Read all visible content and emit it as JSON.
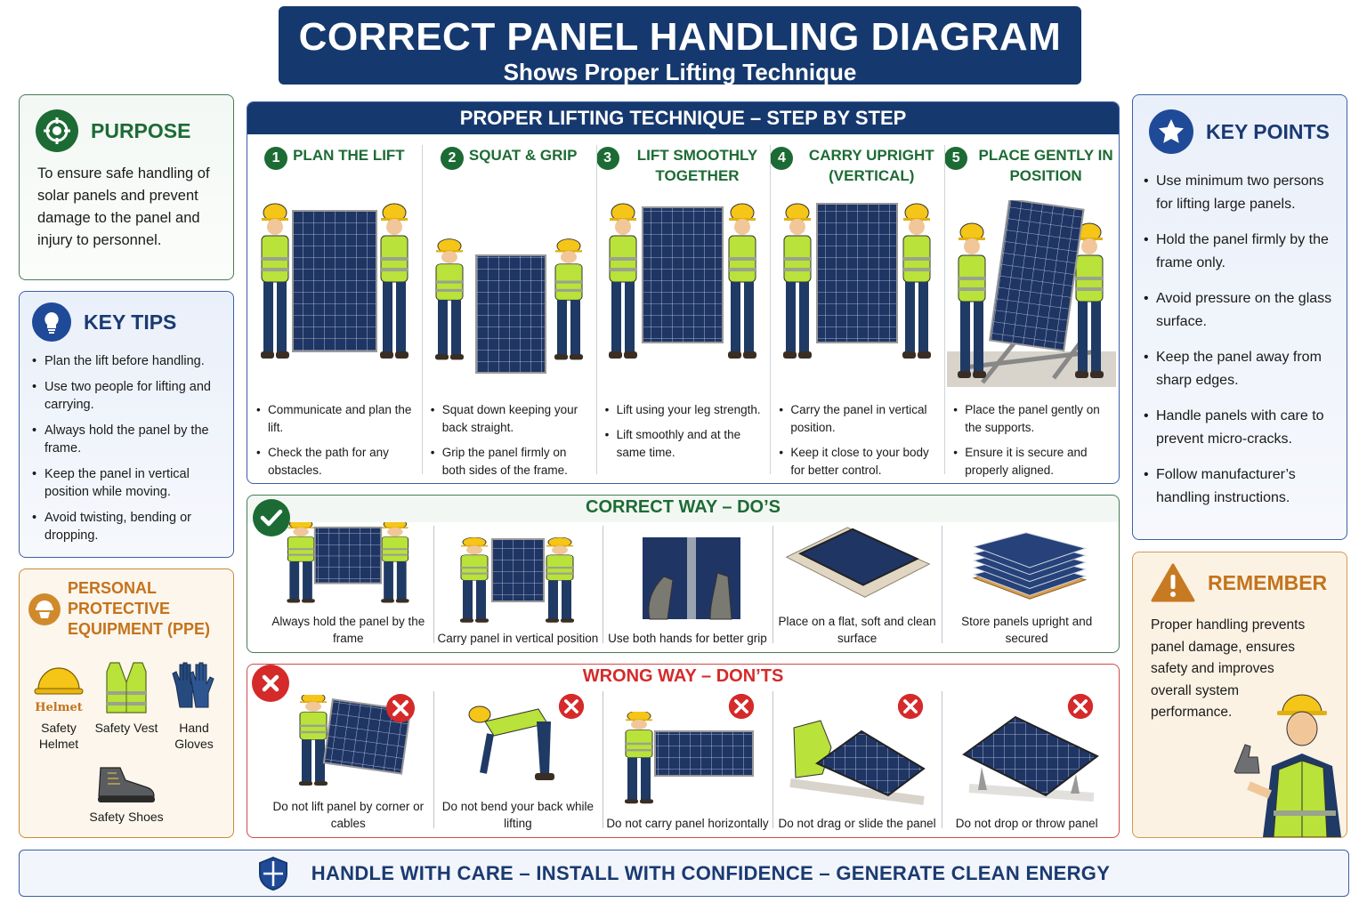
{
  "header": {
    "title": "CORRECT PANEL HANDLING DIAGRAM",
    "subtitle": "Shows Proper Lifting Technique"
  },
  "purpose": {
    "icon": "target-icon",
    "title": "PURPOSE",
    "text": "To ensure safe handling of solar panels and prevent damage to the panel and injury to personnel."
  },
  "key_tips": {
    "icon": "lightbulb-icon",
    "title": "KEY TIPS",
    "items": [
      "Plan the lift before handling.",
      "Use two people for lifting and carrying.",
      "Always hold the panel by the frame.",
      "Keep the panel in vertical position while moving.",
      "Avoid twisting, bending or dropping."
    ]
  },
  "ppe": {
    "icon": "worker-helmet-icon",
    "title": "PERSONAL PROTECTIVE EQUIPMENT (PPE)",
    "helmet_tag": "Helmet",
    "items": [
      {
        "label": "Safety Helmet",
        "icon": "helmet-icon"
      },
      {
        "label": "Safety Vest",
        "icon": "vest-icon"
      },
      {
        "label": "Hand Gloves",
        "icon": "gloves-icon"
      },
      {
        "label": "Safety Shoes",
        "icon": "shoe-icon"
      }
    ]
  },
  "steps": {
    "title": "PROPER LIFTING TECHNIQUE – STEP BY STEP",
    "items": [
      {
        "num": "1",
        "title": "PLAN THE LIFT",
        "bullets": [
          "Communicate and plan the lift.",
          "Check the path for any obstacles."
        ]
      },
      {
        "num": "2",
        "title": "SQUAT & GRIP",
        "bullets": [
          "Squat down keeping your back straight.",
          "Grip the panel firmly on both sides of the frame."
        ]
      },
      {
        "num": "3",
        "title": "LIFT SMOOTHLY TOGETHER",
        "bullets": [
          "Lift using your leg strength.",
          "Lift smoothly and at the same time."
        ]
      },
      {
        "num": "4",
        "title": "CARRY UPRIGHT (VERTICAL)",
        "bullets": [
          "Carry the panel in vertical position.",
          "Keep it close to your body for better control."
        ]
      },
      {
        "num": "5",
        "title": "PLACE GENTLY IN POSITION",
        "bullets": [
          "Place the panel gently on the supports.",
          "Ensure it is secure and properly aligned."
        ]
      }
    ]
  },
  "dos": {
    "title": "CORRECT WAY – DO’S",
    "icon": "checkmark-icon",
    "items": [
      "Always hold the panel by the frame",
      "Carry panel in vertical position",
      "Use both hands for better grip",
      "Place on a flat, soft and clean surface",
      "Store panels upright and secured"
    ]
  },
  "donts": {
    "title": "WRONG WAY – DON’TS",
    "icon": "x-icon",
    "items": [
      "Do not lift panel by corner or cables",
      "Do not bend your back while lifting",
      "Do not carry panel horizontally",
      "Do not drag or slide the panel",
      "Do not drop or throw panel"
    ]
  },
  "key_points": {
    "icon": "star-icon",
    "title": "KEY POINTS",
    "items": [
      "Use minimum two persons for lifting large panels.",
      "Hold the panel firmly by the frame only.",
      "Avoid pressure on the glass surface.",
      "Keep the panel away from sharp edges.",
      "Handle panels with care to prevent micro-cracks.",
      "Follow manufacturer’s handling instructions."
    ]
  },
  "remember": {
    "icon": "warning-icon",
    "title": "REMEMBER",
    "text": "Proper handling prevents panel damage, ensures safety and improves overall system performance."
  },
  "footer": {
    "icon": "shield-icon",
    "text": "HANDLE WITH CARE – INSTALL WITH CONFIDENCE – GENERATE CLEAN ENERGY"
  },
  "colors": {
    "navy": "#15396e",
    "green": "#1d6b34",
    "red": "#d52a2a",
    "orange": "#c4731c",
    "panel_blue": "#1f3564",
    "vest_yellow": "#b9e23a",
    "helmet_yellow": "#f5c518"
  }
}
